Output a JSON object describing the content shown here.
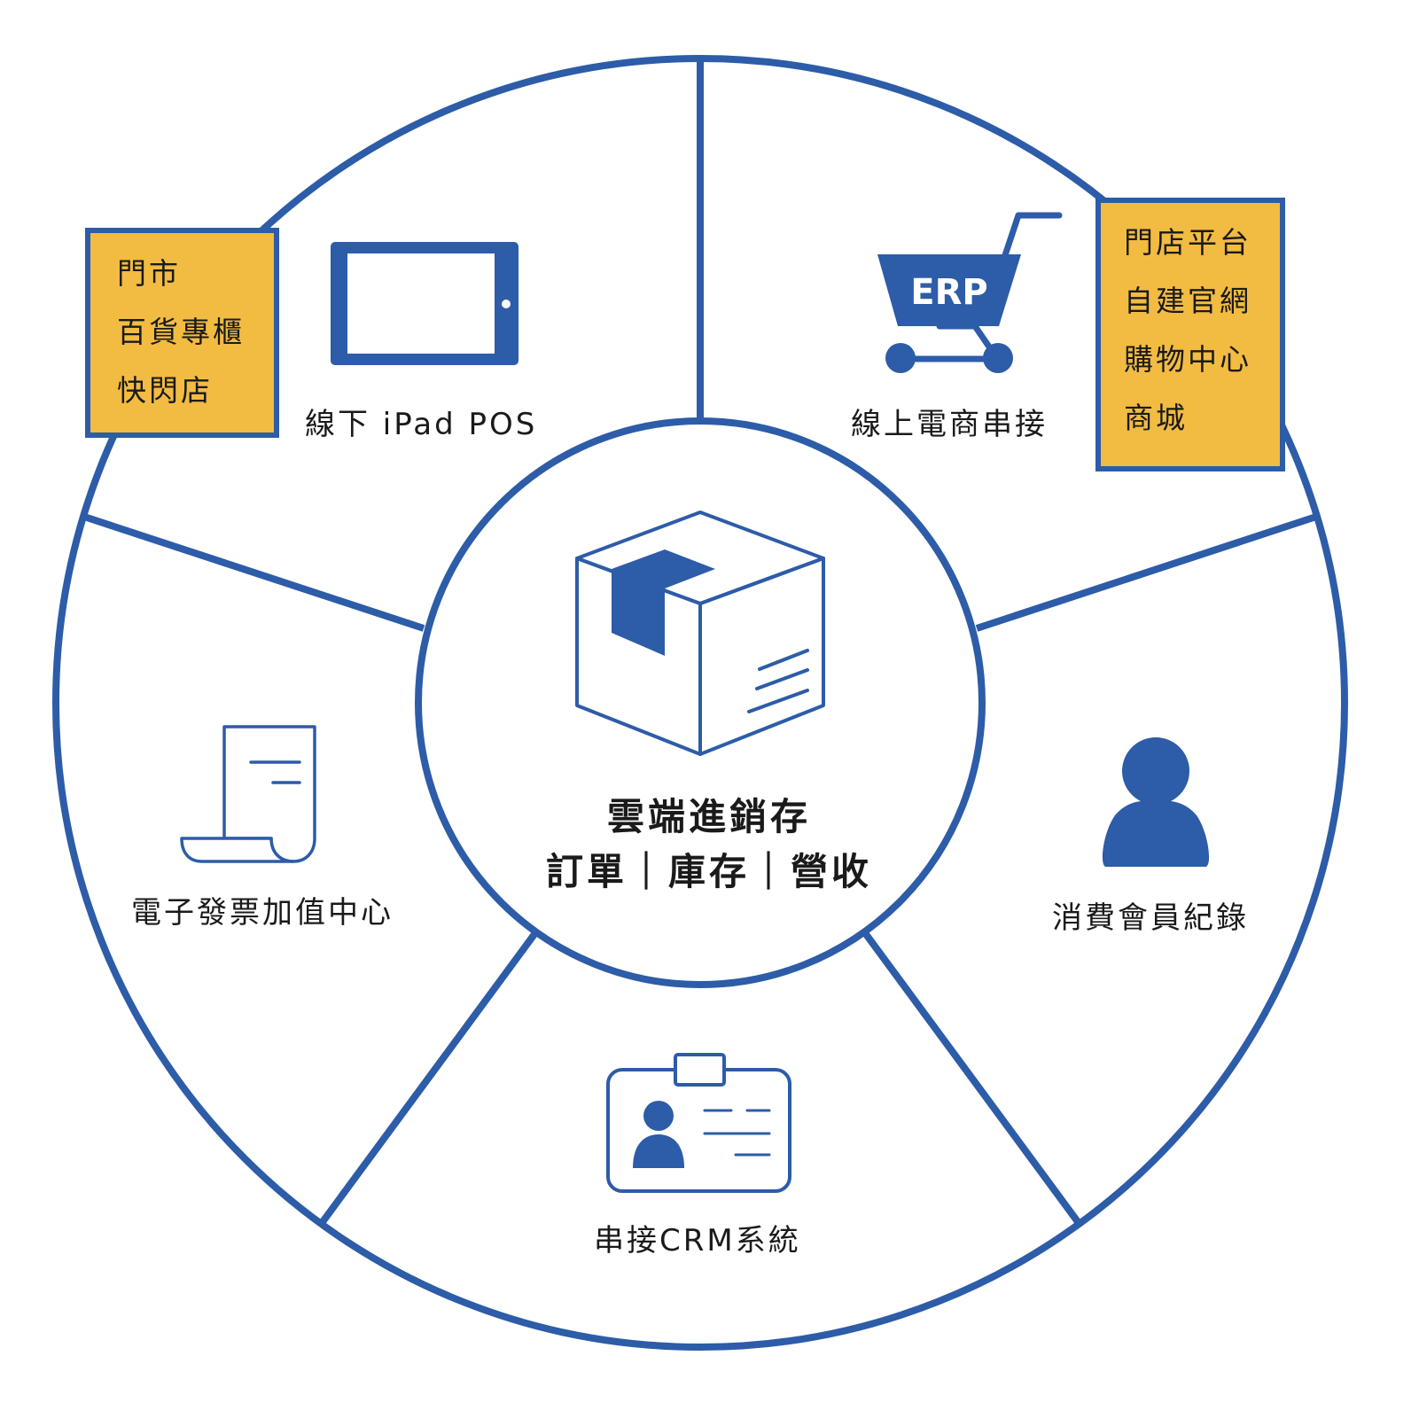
{
  "colors": {
    "accent": "#2d5ca8",
    "note_fill": "#f2bb42",
    "background": "#ffffff"
  },
  "center": {
    "title": "雲端進銷存",
    "subtitle": "訂單｜庫存｜營收",
    "icon": "box-icon"
  },
  "segments": [
    {
      "label": "線下 iPad POS",
      "icon": "tablet-icon"
    },
    {
      "label": "線上電商串接",
      "icon": "erp-cart-icon",
      "icon_text": "ERP"
    },
    {
      "label": "消費會員紀錄",
      "icon": "user-icon"
    },
    {
      "label": "串接CRM系統",
      "icon": "id-card-icon"
    },
    {
      "label": "電子發票加值中心",
      "icon": "receipt-icon"
    }
  ],
  "notes": {
    "offline": [
      "門市",
      "百貨專櫃",
      "快閃店"
    ],
    "online": [
      "門店平台",
      "自建官網",
      "購物中心",
      "商城"
    ]
  }
}
